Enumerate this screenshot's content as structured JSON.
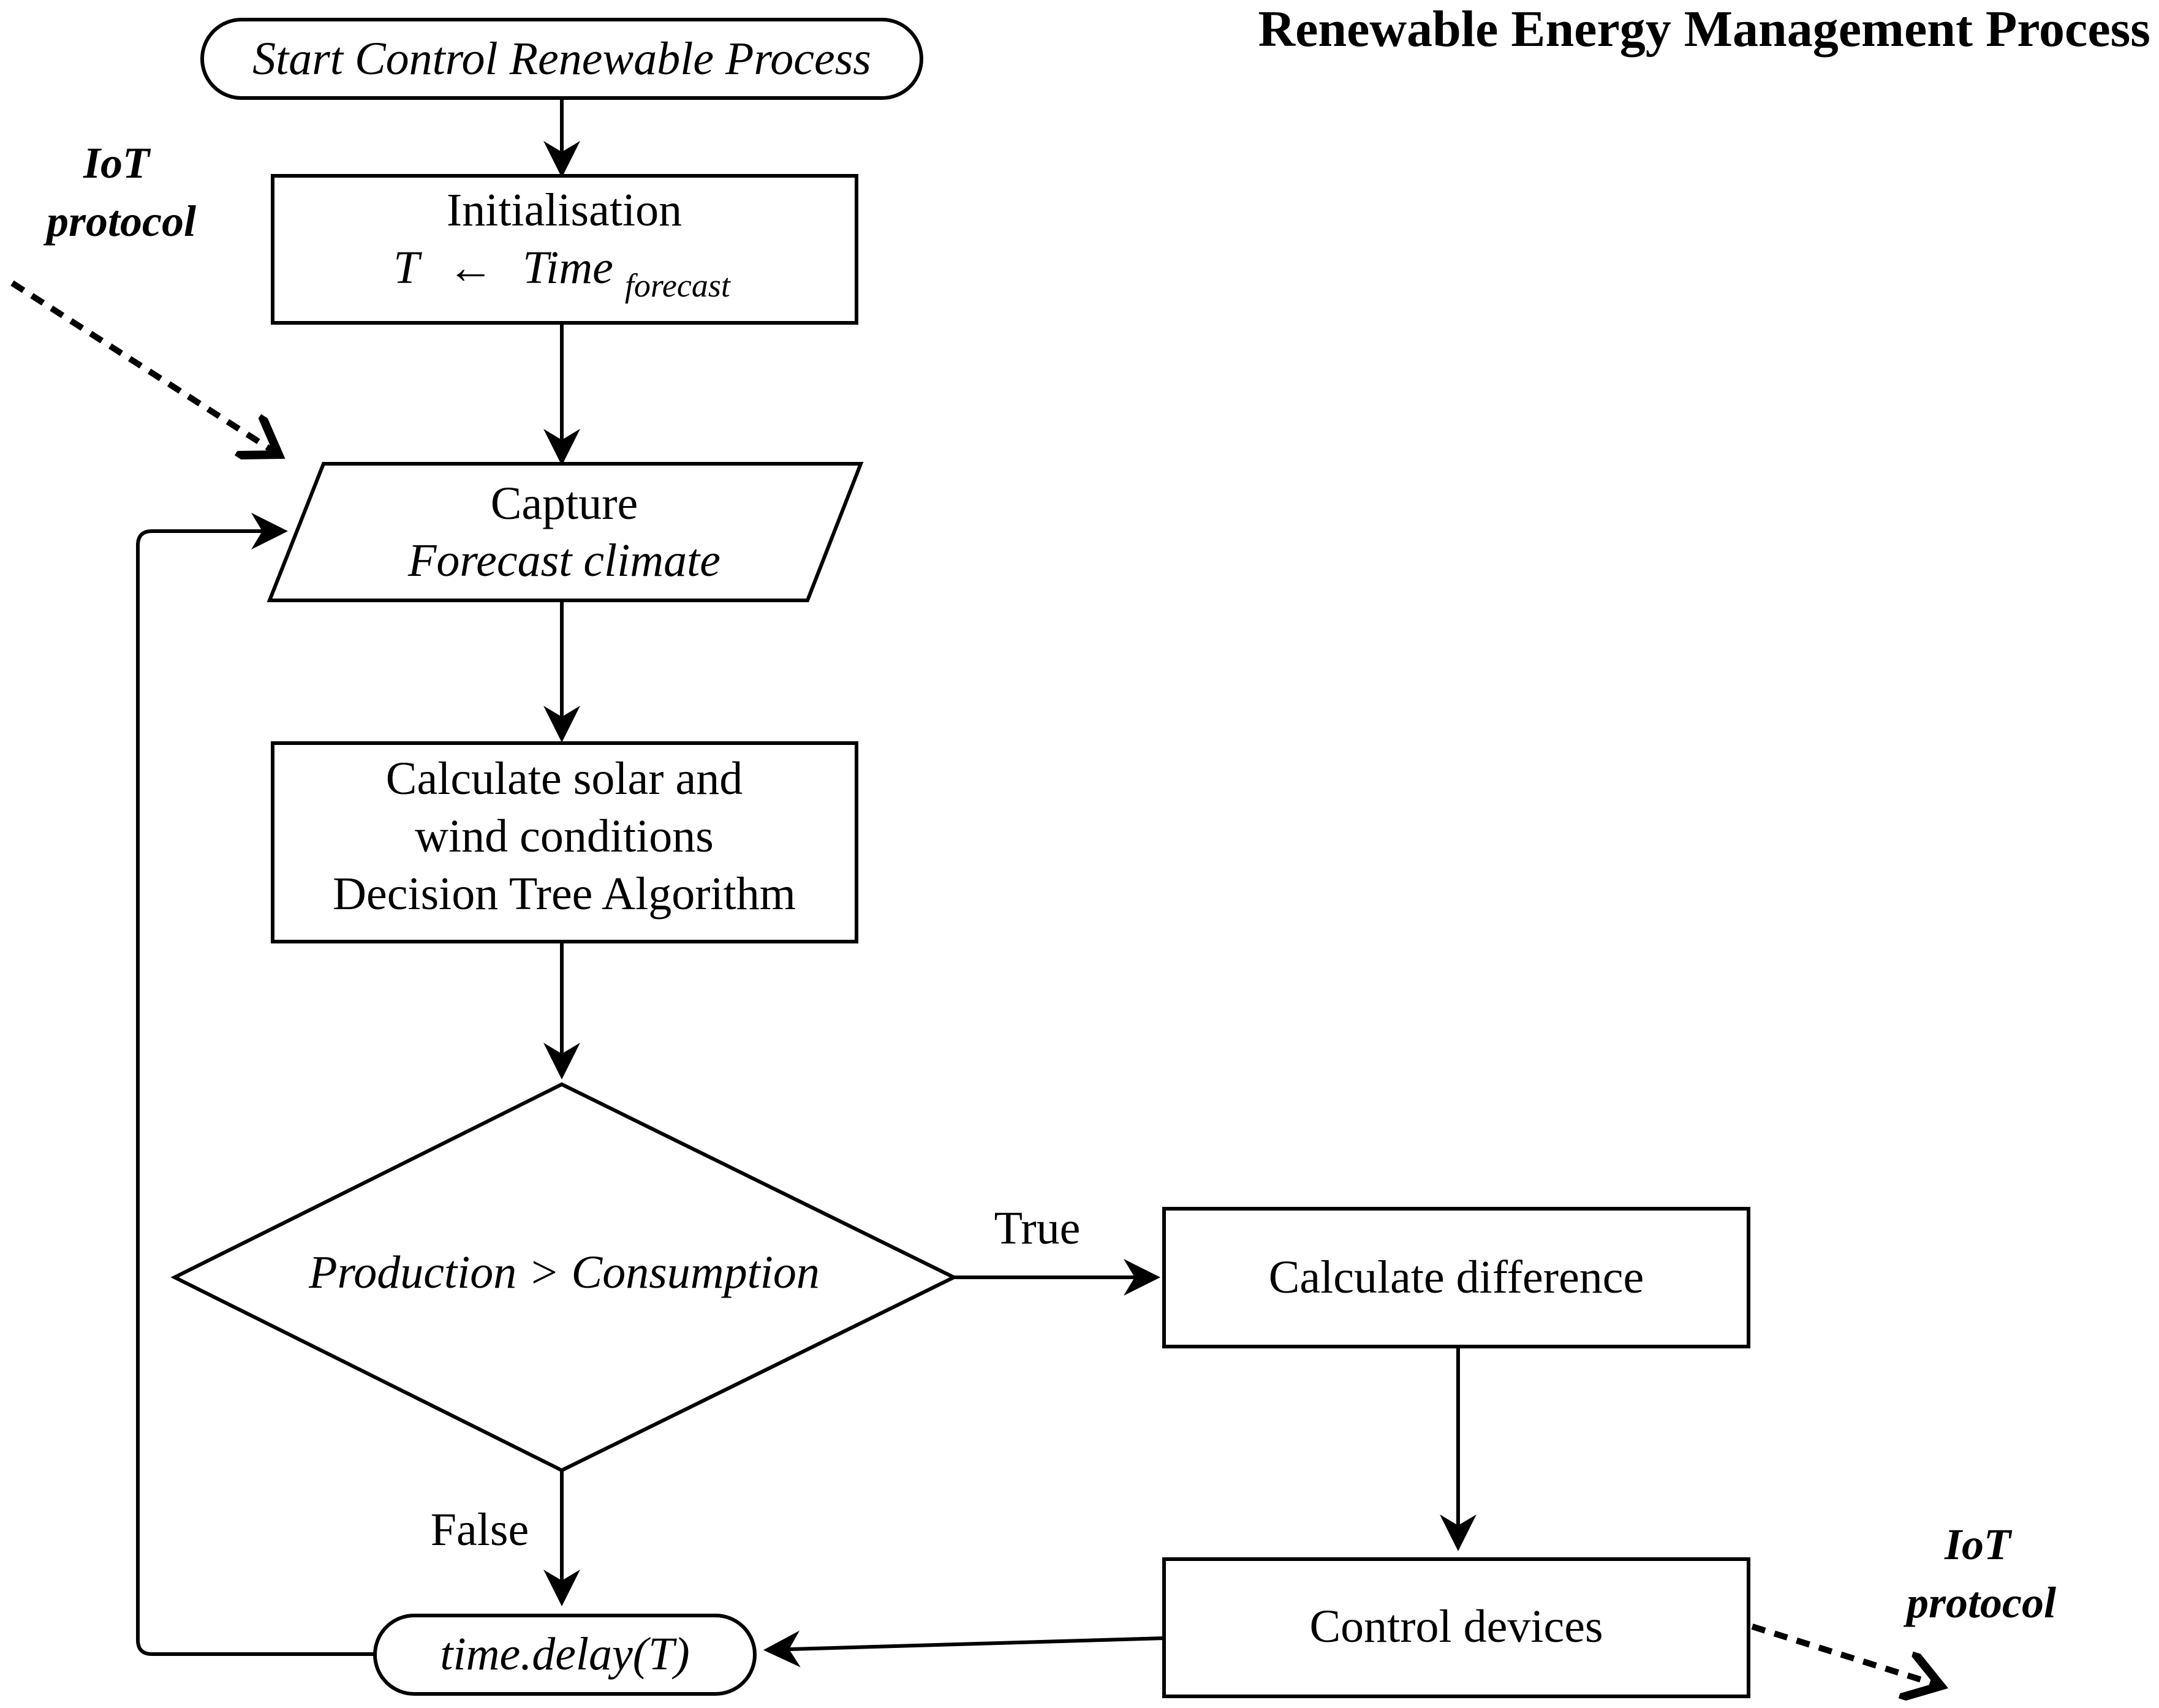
{
  "title": "Renewable Energy Management Process",
  "nodes": {
    "start": {
      "label": "Start Control Renewable Process"
    },
    "init": {
      "line1": "Initialisation",
      "var": "T",
      "arrow": "←",
      "time": "Time",
      "subscript": "forecast"
    },
    "capture": {
      "line1": "Capture",
      "line2": "Forecast climate"
    },
    "calculate": {
      "line1": "Calculate solar and",
      "line2": "wind conditions",
      "line3": "Decision Tree Algorithm"
    },
    "decision": {
      "label": "Production > Consumption"
    },
    "difference": {
      "label": "Calculate difference"
    },
    "control": {
      "label": "Control devices"
    },
    "delay": {
      "label": "time.delay(T)"
    }
  },
  "edge_labels": {
    "true": "True",
    "false": "False"
  },
  "annotations": {
    "iot_left": {
      "line1": "IoT",
      "line2": "protocol"
    },
    "iot_right": {
      "line1": "IoT",
      "line2": "protocol"
    }
  }
}
